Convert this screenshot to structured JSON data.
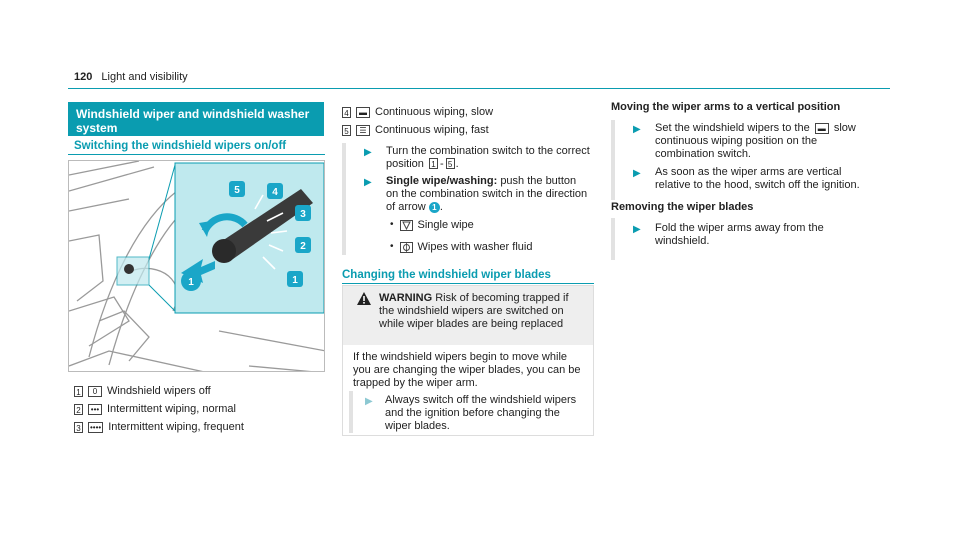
{
  "header": {
    "page_number": "120",
    "section": "Light and visibility"
  },
  "left": {
    "banner": "Windshield wiper and windshield washer system",
    "subhead": "Switching the windshield wipers on/off",
    "figure_callouts": [
      "5",
      "4",
      "3",
      "2",
      "1"
    ],
    "figure_arrow_label": "1",
    "items": [
      {
        "num": "1",
        "sym": "0",
        "text": "Windshield wipers off"
      },
      {
        "num": "2",
        "sym": "•••",
        "text": "Intermittent wiping, normal"
      },
      {
        "num": "3",
        "sym": "••••",
        "text": "Intermittent wiping, frequent"
      }
    ]
  },
  "middle": {
    "items": [
      {
        "num": "4",
        "sym": "▬",
        "text": "Continuous wiping, slow"
      },
      {
        "num": "5",
        "sym": "☰",
        "text": "Continuous wiping, fast"
      }
    ],
    "step1": "Turn the combination switch to the correct position",
    "step1_range_a": "1",
    "step1_range_sep": "-",
    "step1_range_b": "5",
    "step1_end": ".",
    "step2_bold": "Single wipe/washing:",
    "step2_text": "push the button on the combination switch in the direction of arrow",
    "step2_badge": "1",
    "step2_end": ".",
    "bullets": [
      {
        "icon": "single-wipe-icon",
        "text": "Single wipe"
      },
      {
        "icon": "washer-icon",
        "text": "Wipes with washer fluid"
      }
    ],
    "subhead2": "Changing the windshield wiper blades",
    "warning": {
      "label": "WARNING",
      "lead": "Risk of becoming trapped if the windshield wipers are switched on while wiper blades are being replaced",
      "body": "If the windshield wipers begin to move while you are changing the wiper blades, you can be trapped by the wiper arm.",
      "step": "Always switch off the windshield wipers and the ignition before changing the wiper blades."
    }
  },
  "right": {
    "heading1": "Moving the wiper arms to a vertical position",
    "step1a": "Set the windshield wipers to the",
    "step1_sym": "▬",
    "step1b": "slow continuous wiping position on the combination switch.",
    "step2": "As soon as the wiper arms are vertical relative to the hood, switch off the ignition.",
    "heading2": "Removing the wiper blades",
    "step3": "Fold the wiper arms away from the windshield."
  },
  "colors": {
    "accent": "#0a9cb0",
    "figure_panel": "#bfe9ee",
    "callout": "#1aa6c8"
  }
}
